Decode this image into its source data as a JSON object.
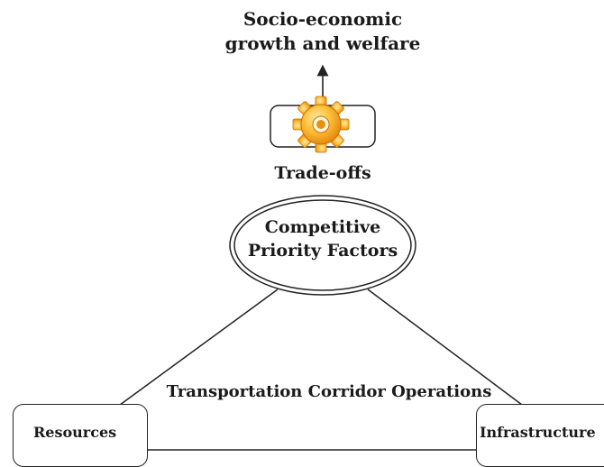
{
  "diagram": {
    "outcome": {
      "line1": "Socio-economic",
      "line2": "growth and welfare"
    },
    "tradeoffs": {
      "label": "Trade-offs",
      "icon": "gear-icon"
    },
    "core": {
      "line1": "Competitive",
      "line2": "Priority Factors"
    },
    "operations_label": "Transportation Corridor Operations",
    "left_node": "Resources",
    "right_node": "Infrastructure"
  },
  "colors": {
    "gear_light": "#ffd36a",
    "gear_mid": "#f7a21b",
    "gear_dark": "#d97a06",
    "line": "#222222"
  }
}
